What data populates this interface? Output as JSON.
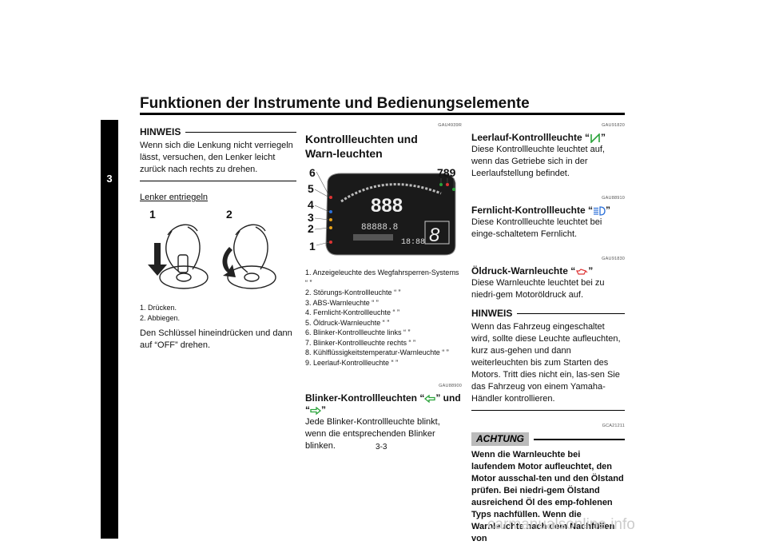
{
  "header": {
    "title": "Funktionen der Instrumente und Bedienungselemente",
    "chapter": "3"
  },
  "col1": {
    "hinweis_label": "HINWEIS",
    "hinweis_text": "Wenn sich die Lenkung nicht verriegeln lässt, versuchen, den Lenker leicht zurück nach rechts zu drehen.",
    "section_title": "Lenker entriegeln",
    "fig_label_1": "1",
    "fig_label_2": "2",
    "captions": [
      "1. Drücken.",
      "2. Abbiegen."
    ],
    "body": "Den Schlüssel hineindrücken und dann auf “OFF” drehen."
  },
  "col2": {
    "code1": "GAU4939R",
    "heading": "Kontrollleuchten und Warn-leuchten",
    "dash_labels": [
      "6",
      "5",
      "4",
      "3",
      "2",
      "1",
      "789"
    ],
    "captions": [
      "1. Anzeigeleuchte des Wegfahrsperren-Systems “ ”",
      "2. Störungs-Kontrollleuchte “ ”",
      "3. ABS-Warnleuchte “ ”",
      "4. Fernlicht-Kontrollleuchte “ ”",
      "5. Öldruck-Warnleuchte “ ”",
      "6. Blinker-Kontrollleuchte links “ ”",
      "7. Blinker-Kontrollleuchte rechts “ ”",
      "8. Kühlflüssigkeitstemperatur-Warnleuchte “ ”",
      "9. Leerlauf-Kontrollleuchte “ ”"
    ],
    "code2": "GAU88900",
    "blinker_heading_a": "Blinker-Kontrollleuchten “",
    "blinker_heading_b": "” und “",
    "blinker_heading_c": "”",
    "blinker_text": "Jede Blinker-Kontrollleuchte blinkt, wenn die entsprechenden Blinker blinken."
  },
  "col3": {
    "code1": "GAU91820",
    "leerlauf_heading_a": "Leerlauf-Kontrollleuchte “",
    "leerlauf_heading_b": "”",
    "leerlauf_text": "Diese Kontrollleuchte leuchtet auf, wenn das Getriebe sich in der Leerlaufstellung befindet.",
    "code2": "GAU88910",
    "fernlicht_heading_a": "Fernlicht-Kontrollleuchte “",
    "fernlicht_heading_b": "”",
    "fernlicht_text": "Diese Kontrollleuchte leuchtet bei einge-schaltetem Fernlicht.",
    "code3": "GAU91830",
    "oeldruck_heading_a": "Öldruck-Warnleuchte “",
    "oeldruck_heading_b": "”",
    "oeldruck_text": "Diese Warnleuchte leuchtet bei zu niedri-gem Motoröldruck auf.",
    "hinweis_label": "HINWEIS",
    "hinweis_text": "Wenn das Fahrzeug eingeschaltet wird, sollte diese Leuchte aufleuchten, kurz aus-gehen und dann weiterleuchten bis zum Starten des Motors. Tritt dies nicht ein, las-sen Sie das Fahrzeug von einem Yamaha-Händler kontrollieren.",
    "code4": "GCA21211",
    "achtung_label": "ACHTUNG",
    "achtung_text": "Wenn die Warnleuchte bei laufendem Motor aufleuchtet, den Motor ausschal-ten und den Ölstand prüfen. Bei niedri-gem Ölstand ausreichend Öl des emp-fohlenen Typs nachfüllen. Wenn die Warnleuchte nach dem Nachfüllen von"
  },
  "footer": {
    "page_number": "3-3",
    "watermark": "carmanualsonline.info"
  },
  "colors": {
    "green": "#2aa33a",
    "orange": "#e8a21a",
    "red": "#d33",
    "blue": "#2a6fd8"
  }
}
